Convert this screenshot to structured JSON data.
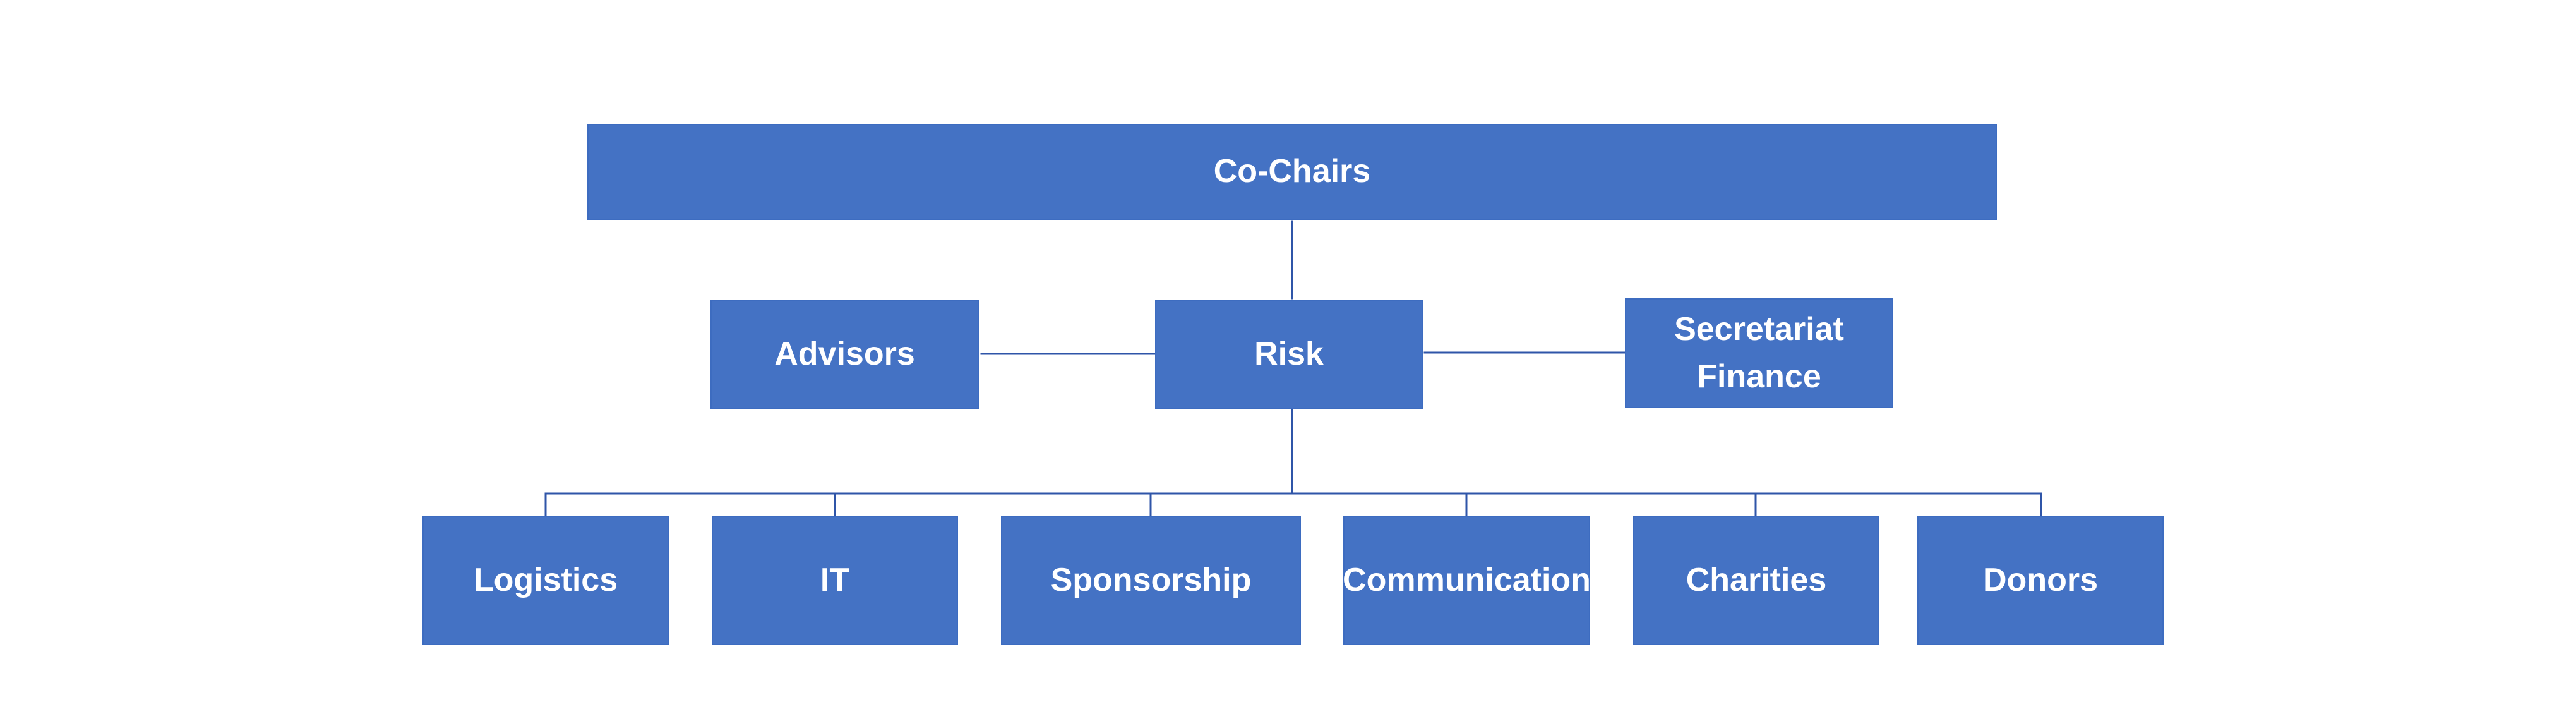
{
  "colors": {
    "box_fill": "#4472c4",
    "box_text": "#ffffff",
    "connector": "#2f55a8",
    "background": "#ffffff"
  },
  "top": {
    "label": "Co-Chairs"
  },
  "middle": {
    "advisors": "Advisors",
    "risk": "Risk",
    "secretariat_line1": "Secretariat",
    "secretariat_line2": "Finance"
  },
  "bottom": [
    "Logistics",
    "IT",
    "Sponsorship",
    "Communication",
    "Charities",
    "Donors"
  ]
}
